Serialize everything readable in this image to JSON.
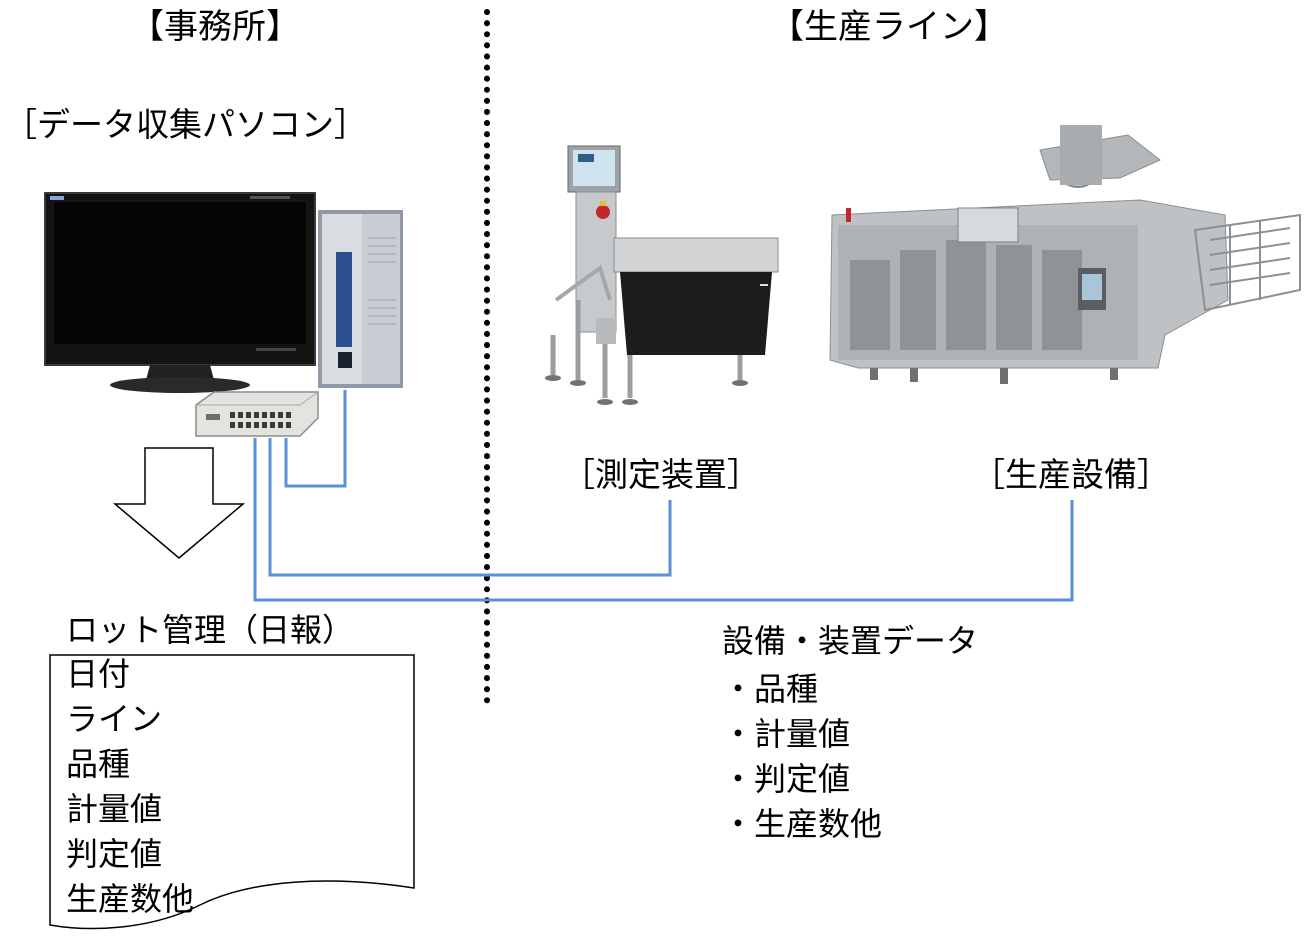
{
  "sections": {
    "office": "【事務所】",
    "production": "【生産ライン】"
  },
  "labels": {
    "pc": "［データ収集パソコン］",
    "measuring": "［測定装置］",
    "equipment": "［生産設備］"
  },
  "lot_report": {
    "title": "ロット管理（日報）",
    "items": [
      "日付",
      "ライン",
      "品種",
      "計量値",
      "判定値",
      "生産数他"
    ]
  },
  "equipment_data": {
    "title": "設備・装置データ",
    "items": [
      "・品種",
      "・計量値",
      "・判定値",
      "・生産数他"
    ]
  },
  "colors": {
    "wire": "#5b8fd6",
    "monitor": "#1a1a1a",
    "machine": "#b9bcbf"
  },
  "icons": [
    "monitor-icon",
    "pc-tower-icon",
    "network-switch-icon",
    "down-arrow-icon",
    "checkweigher-icon",
    "production-machine-icon",
    "document-icon"
  ]
}
